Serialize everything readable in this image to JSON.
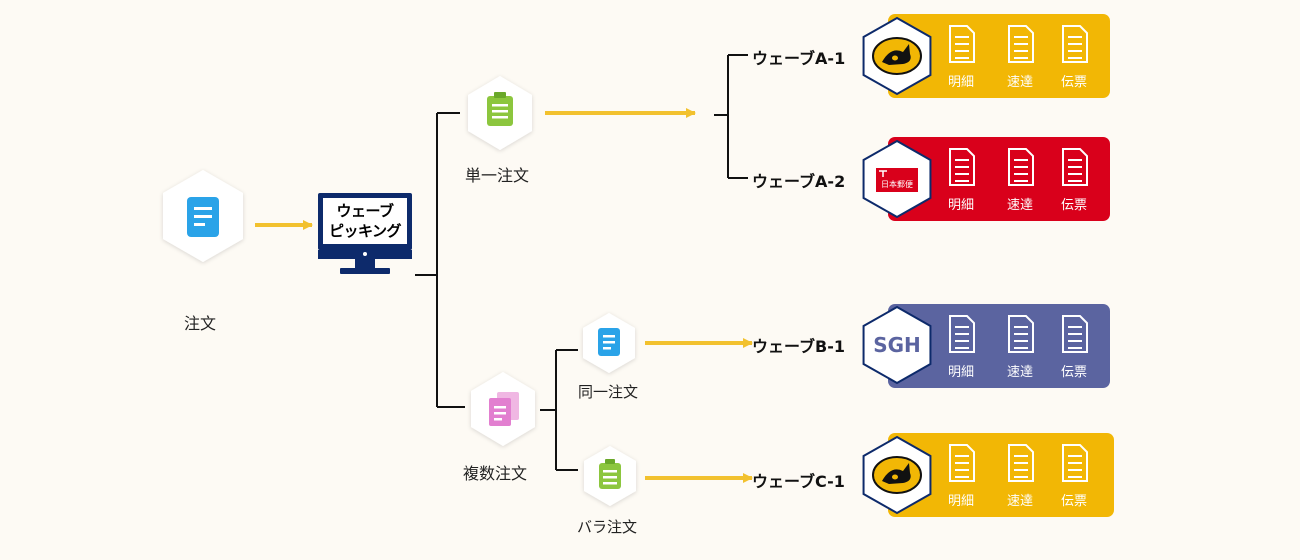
{
  "source": {
    "label": "注文",
    "icon": "document-icon"
  },
  "system": {
    "line1": "ウェーブ",
    "line2": "ピッキング",
    "icon": "monitor-icon"
  },
  "order_types": [
    {
      "label": "単一注文",
      "icon": "clipboard-icon"
    },
    {
      "label": "複数注文",
      "icon": "documents-icon"
    },
    {
      "label": "同一注文",
      "icon": "document-icon"
    },
    {
      "label": "バラ注文",
      "icon": "clipboard-icon"
    }
  ],
  "waves": [
    {
      "label": "ウェーブA-1",
      "carrier_icon": "black-cat-logo-icon",
      "color": "#f2b705"
    },
    {
      "label": "ウェーブA-2",
      "carrier_icon": "japan-post-logo-icon",
      "carrier_logo_text": "日本郵便",
      "color": "#d9001b"
    },
    {
      "label": "ウェーブB-1",
      "carrier_icon": "sgh-logo-icon",
      "carrier_logo_text": "SGH",
      "color": "#5b64a0"
    },
    {
      "label": "ウェーブC-1",
      "carrier_icon": "black-cat-logo-icon",
      "color": "#f2b705"
    }
  ],
  "documents": [
    "明細",
    "速達",
    "伝票"
  ],
  "colors": {
    "arrow": "#f2c12e",
    "line": "#111111",
    "monitor": "#0d2a6b"
  }
}
